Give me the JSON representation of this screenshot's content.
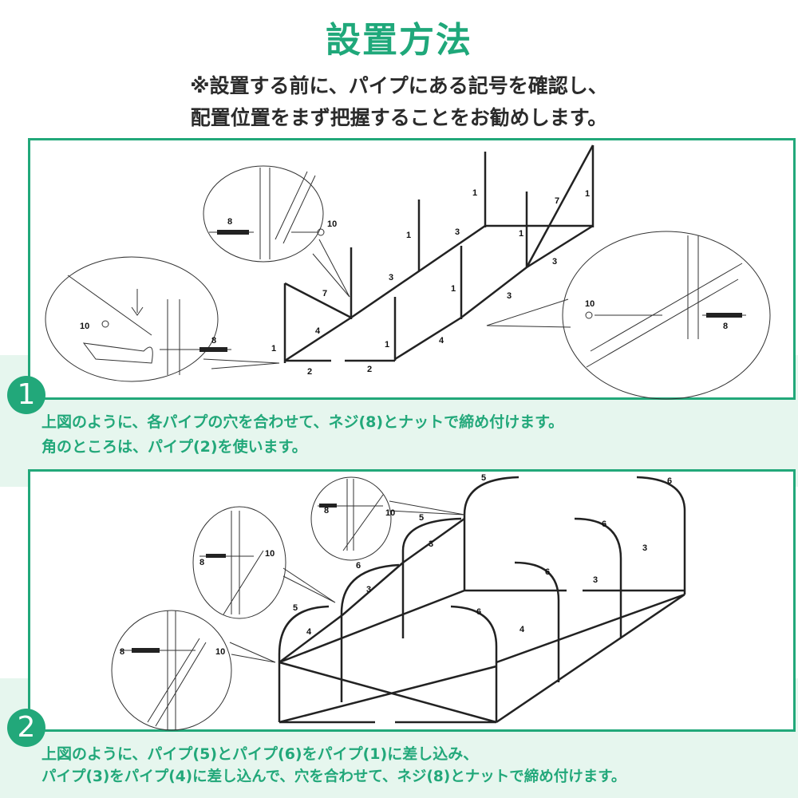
{
  "title": "設置方法",
  "subtitle": [
    "※設置する前に、パイプにある記号を確認し、",
    "配置位置をまず把握することをお勧めします。"
  ],
  "steps": [
    {
      "number": "1",
      "lines": [
        "上図のように、各パイプの穴を合わせて、ネジ(8)とナットで締め付けます。",
        "角のところは、パイプ(2)を使います。"
      ]
    },
    {
      "number": "2",
      "lines": [
        "上図のように、パイプ(5)とパイプ(6)をパイプ(1)に差し込み、",
        "パイプ(3)をパイプ(4)に差し込んで、穴を合わせて、ネジ(8)とナットで締め付けます。"
      ]
    }
  ],
  "diagram1": {
    "labels": [
      "8",
      "10",
      "10",
      "8",
      "10",
      "8",
      "1",
      "7",
      "4",
      "2",
      "2",
      "1",
      "3",
      "1",
      "1",
      "4",
      "3",
      "1",
      "3",
      "1",
      "7",
      "1",
      "3"
    ]
  },
  "diagram2": {
    "labels": [
      "5",
      "6",
      "6",
      "3",
      "5",
      "6",
      "6",
      "3",
      "5",
      "4",
      "3",
      "6",
      "4",
      "8",
      "10",
      "8",
      "10",
      "8",
      "10",
      "3"
    ]
  },
  "colors": {
    "accent": "#22a87a",
    "band": "#e6f6ee"
  }
}
